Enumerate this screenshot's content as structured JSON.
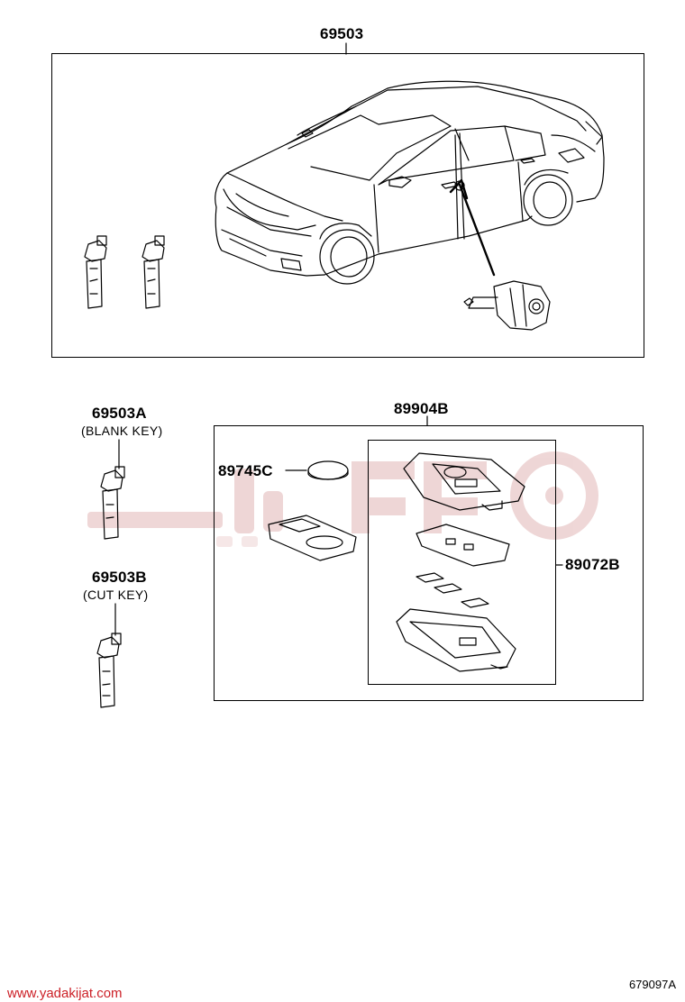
{
  "parts": {
    "key_set": "69503",
    "blank_key_no": "69503A",
    "blank_key_note": "(BLANK KEY)",
    "cut_key_no": "69503B",
    "cut_key_note": "(CUT KEY)",
    "transmitter_assy": "89904B",
    "battery": "89745C",
    "transmitter_housing": "89072B"
  },
  "footer": {
    "website": "www.yadakijat.com",
    "figure_id": "679097A"
  },
  "colors": {
    "watermark": "#cc1f26",
    "line": "#000000"
  }
}
